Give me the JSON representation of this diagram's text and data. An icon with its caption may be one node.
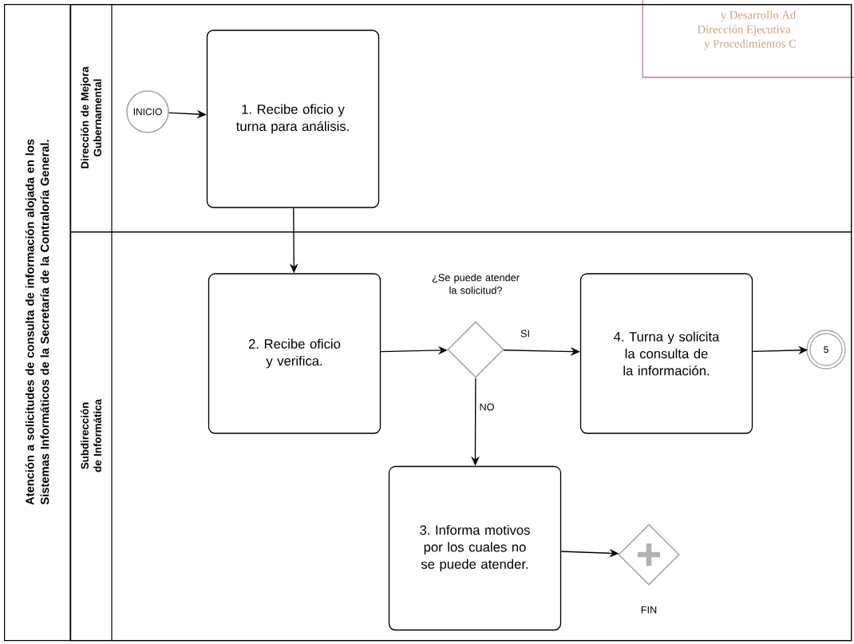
{
  "diagram": {
    "nodes": [
      {
        "text": [
          "Atención a solicitudes de consulta de información alojada en los Sistemas Informáticos de la Secretaría de la Contraloría General."
        ]
      },
      {
        "text": [
          "Dirección de Mejora Gubernamental"
        ],
        "in": 0
      },
      {
        "text": [
          "Subdirección de Informática"
        ],
        "in": 0
      },
      {
        "text": [
          "INICIO"
        ],
        "in": 1
      },
      {
        "text": [
          "1. Recibe oficio y turna para análisis."
        ],
        "in": 1
      },
      {
        "text": [
          "2. Recibe oficio y verifica."
        ],
        "in": 2
      },
      {
        "text": [
          "¿Se puede atender la solicitud?"
        ],
        "in": 2
      },
      {
        "text": [
          "4. Turna y solicita la consulta de la información."
        ],
        "in": 2
      },
      {
        "text": [
          "5"
        ],
        "in": 2
      },
      {
        "text": [
          "3. Informa motivos por los cuales no se puede atender."
        ],
        "in": 2
      },
      {
        "text": [
          "FIN"
        ],
        "in": 2
      }
    ],
    "edges": [
      {
        "from": 3,
        "to": 4,
        "arrow": "to"
      },
      {
        "from": 4,
        "to": 5,
        "arrow": "to"
      },
      {
        "from": 5,
        "to": 6,
        "arrow": "to"
      },
      {
        "from": 6,
        "to": 7,
        "arrow": "to",
        "label": "SI"
      },
      {
        "from": 6,
        "to": 9,
        "arrow": "to",
        "label": "NO"
      },
      {
        "from": 7,
        "to": 8,
        "arrow": "to"
      },
      {
        "from": 9,
        "to": 10,
        "arrow": "to"
      }
    ],
    "labels": [
      "y Desarrollo Ad",
      "Dirección Ejecutiva",
      "y Procedimientos C"
    ]
  }
}
